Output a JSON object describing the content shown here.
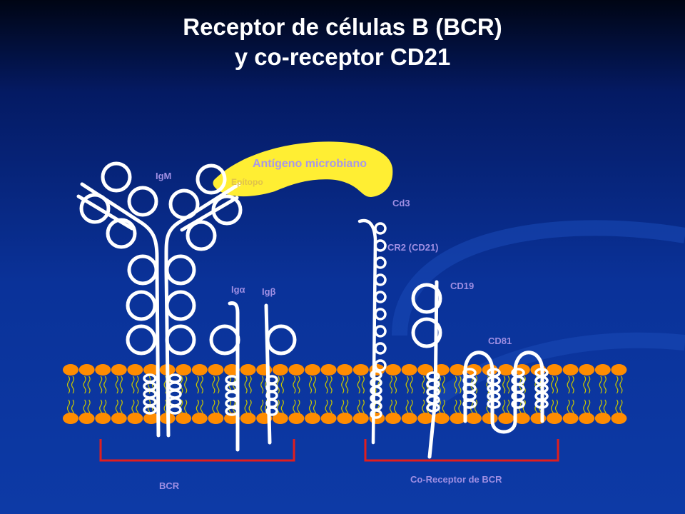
{
  "title": {
    "line1": "Receptor de células B (BCR)",
    "line2": "y co-receptor CD21"
  },
  "labels": {
    "antigen": "Antígeno microbiano",
    "epitope": "Epítopo",
    "igm": "IgM",
    "cd3": "Cd3",
    "cr2": "CR2 (CD21)",
    "cd19": "CD19",
    "cd81": "CD81",
    "ig_alpha": "Igα",
    "ig_beta": "Igβ",
    "bcr": "BCR",
    "co_receptor": "Co-Receptor de BCR"
  },
  "colors": {
    "background_top": "#000514",
    "background_bottom": "#0d3aa6",
    "lipid_head": "#ff8c00",
    "lipid_tail": "#c8c800",
    "protein": "#ffffff",
    "antigen": "#ffee33",
    "bracket": "#e01e1e",
    "label": "#9f8fe3",
    "epitope_label": "#e0c24a"
  }
}
